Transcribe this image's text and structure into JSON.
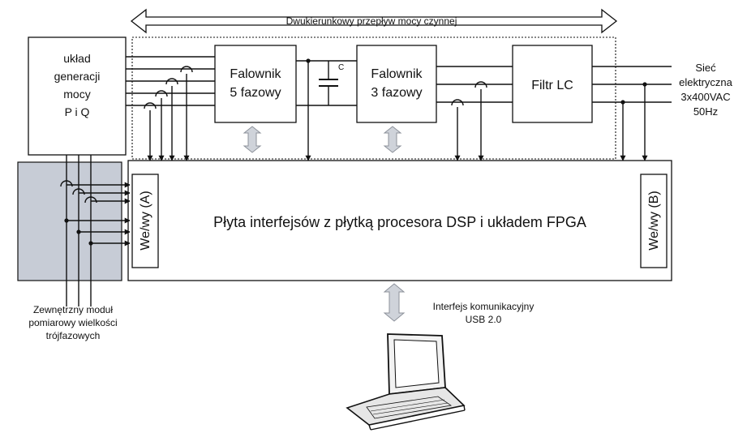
{
  "diagram": {
    "power_flow_label": "Dwukierunkowy przepływ mocy czynnej",
    "generator": {
      "lines": [
        "układ",
        "generacji",
        "mocy",
        "P i Q"
      ]
    },
    "inverter5": {
      "lines": [
        "Falownik",
        "5 fazowy"
      ]
    },
    "capacitor_label": "C",
    "inverter3": {
      "lines": [
        "Falownik",
        "3 fazowy"
      ]
    },
    "filter_label": "Filtr LC",
    "grid": {
      "lines": [
        "Sieć",
        "elektryczna",
        "3x400VAC",
        "50Hz"
      ]
    },
    "main_board_label": "Płyta interfejsów z płytką procesora DSP i układem FPGA",
    "io_a_label": "We/wy (A)",
    "io_b_label": "We/wy (B)",
    "measurement_module": {
      "lines": [
        "Zewnętrzny moduł",
        "pomiarowy wielkości",
        "trójfazowych"
      ]
    },
    "comm_interface": {
      "lines": [
        "Interfejs komunikacyjny",
        "USB 2.0"
      ]
    },
    "colors": {
      "line": "#111111",
      "module_fill": "#c7ccd6",
      "arrow_fill": "#cfd3da",
      "laptop_body": "#f2f2f2"
    },
    "icons": [
      "double-arrow-icon",
      "laptop-icon",
      "capacitor-icon"
    ]
  }
}
